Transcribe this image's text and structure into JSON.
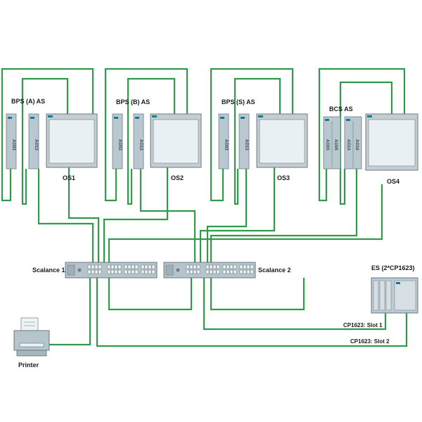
{
  "diagram": {
    "as_groups": [
      {
        "name": "BPS (A) AS",
        "modules": [
          "AO03",
          "AO13"
        ],
        "os": "OS1"
      },
      {
        "name": "BPS (B) AS",
        "modules": [
          "AO03",
          "AO13"
        ],
        "os": "OS2"
      },
      {
        "name": "BPS (S) AS",
        "modules": [
          "AO03",
          "AO13"
        ],
        "os": "OS3"
      },
      {
        "name": "BCS AS",
        "modules": [
          "AO03",
          "AO05",
          "AO14",
          "AO16"
        ],
        "os": "OS4"
      }
    ],
    "switches": [
      "Scalance 1",
      "Scalance 2"
    ],
    "es_label": "ES (2*CP1623)",
    "slot_labels": [
      "CP1623: Slot 1",
      "CP1623: Slot 2"
    ],
    "printer_label": "Printer",
    "wire_color": "#2f9a4c",
    "accent_color": "#0e7a96"
  }
}
